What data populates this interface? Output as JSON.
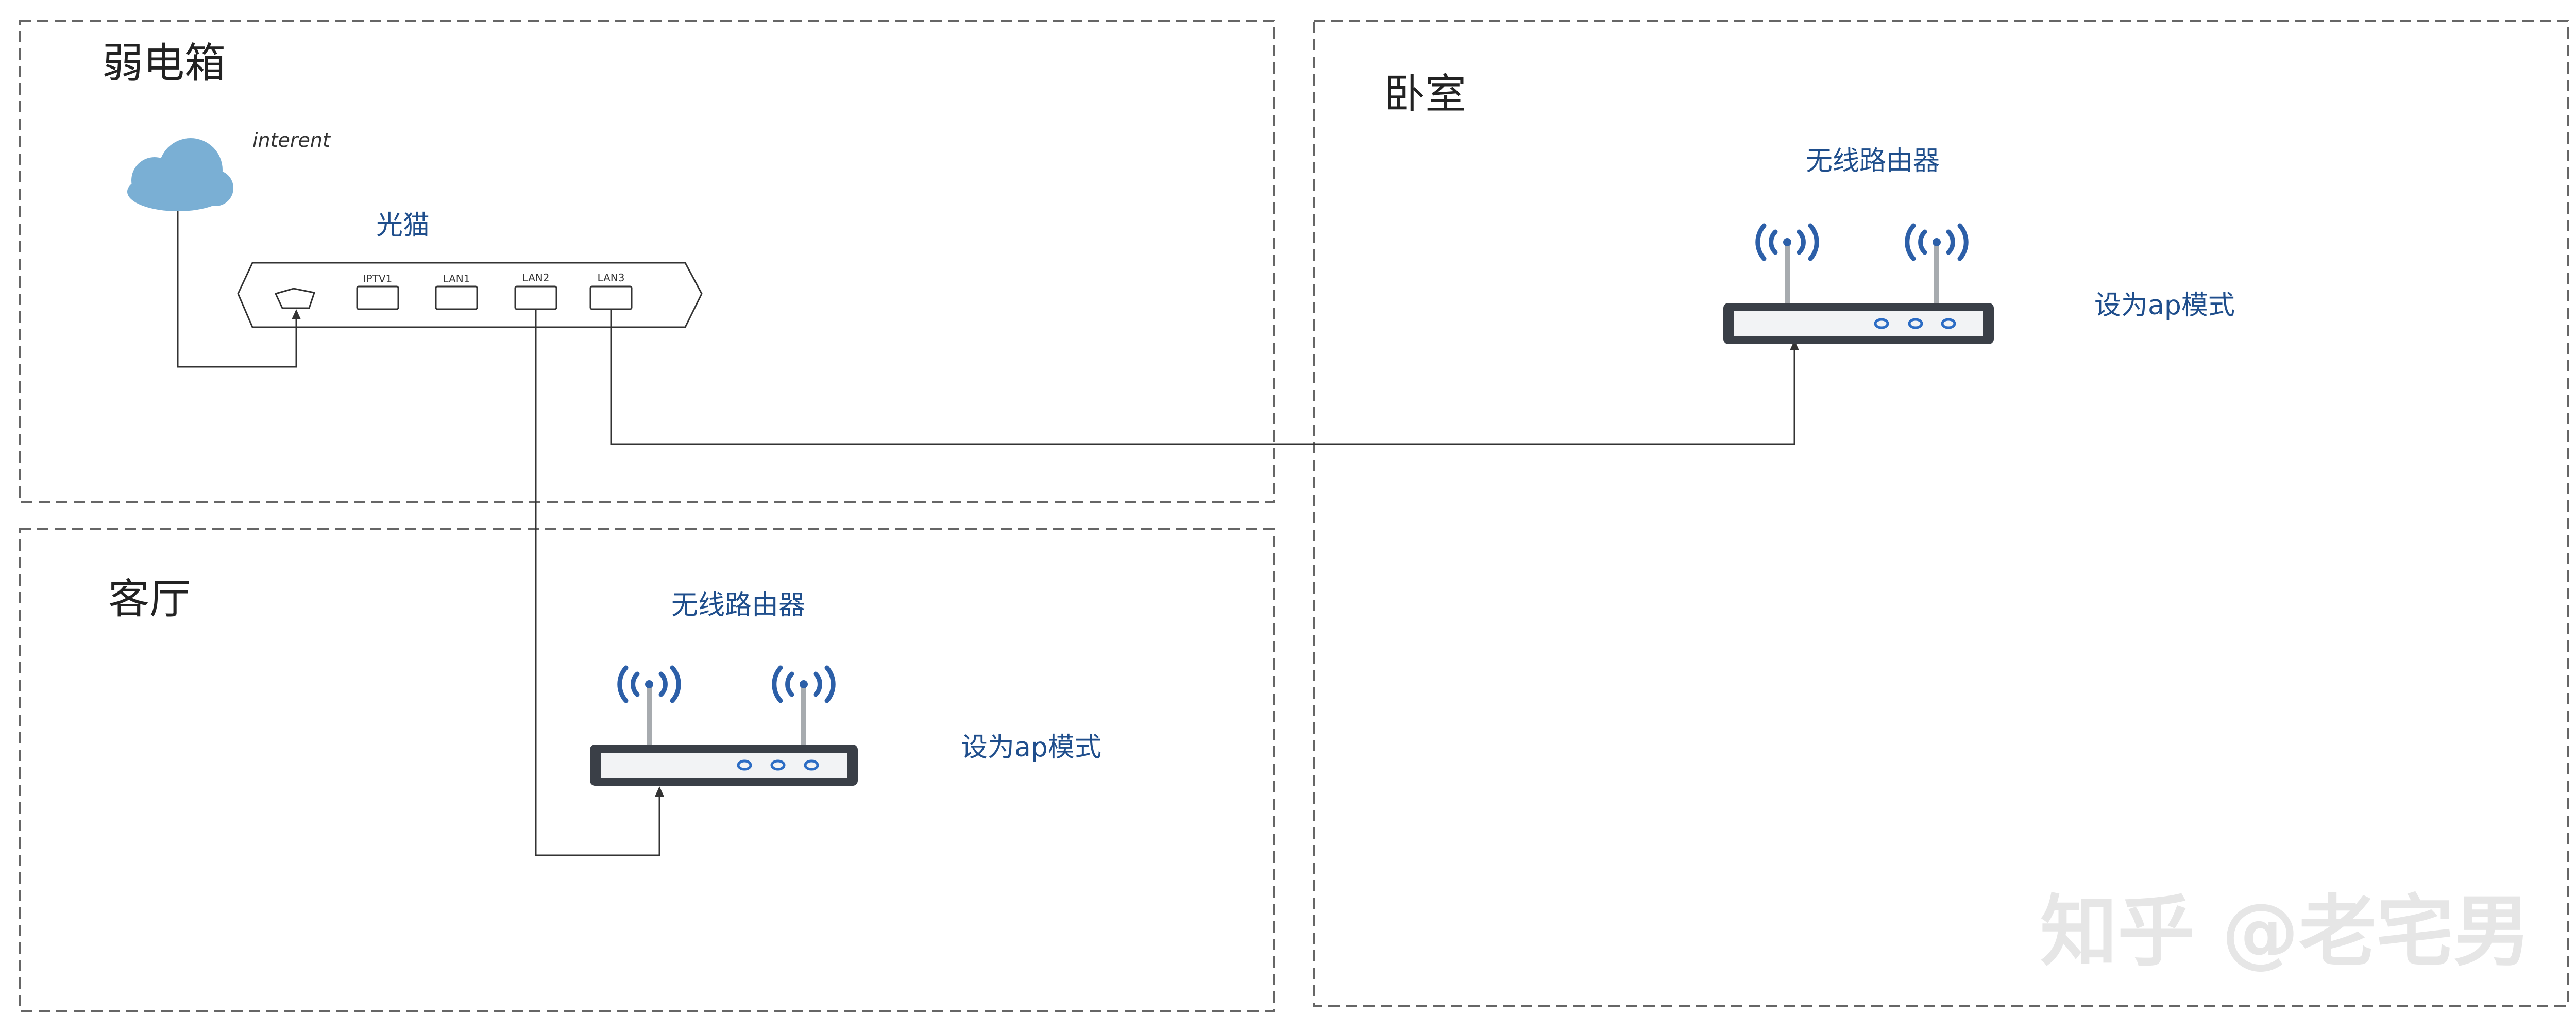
{
  "zones": {
    "weak_box": {
      "title": "弱电箱"
    },
    "bedroom": {
      "title": "卧室"
    },
    "living": {
      "title": "客厅"
    }
  },
  "devices": {
    "internet": {
      "label": "interent"
    },
    "modem": {
      "label": "光猫",
      "ports": [
        "IPTV1",
        "LAN1",
        "LAN2",
        "LAN3"
      ]
    },
    "router_bedroom": {
      "label": "无线路由器",
      "mode_note": "设为ap模式"
    },
    "router_living": {
      "label": "无线路由器",
      "mode_note": "设为ap模式"
    }
  },
  "watermark": "知乎 @老宅男",
  "colors": {
    "zone_border": "#666666",
    "label_blue": "#1f4e8c",
    "cloud": "#7aafd4",
    "router_body": "#3a3f47",
    "wifi_waves": "#2c5fa8",
    "led": "#2c6cc4"
  }
}
